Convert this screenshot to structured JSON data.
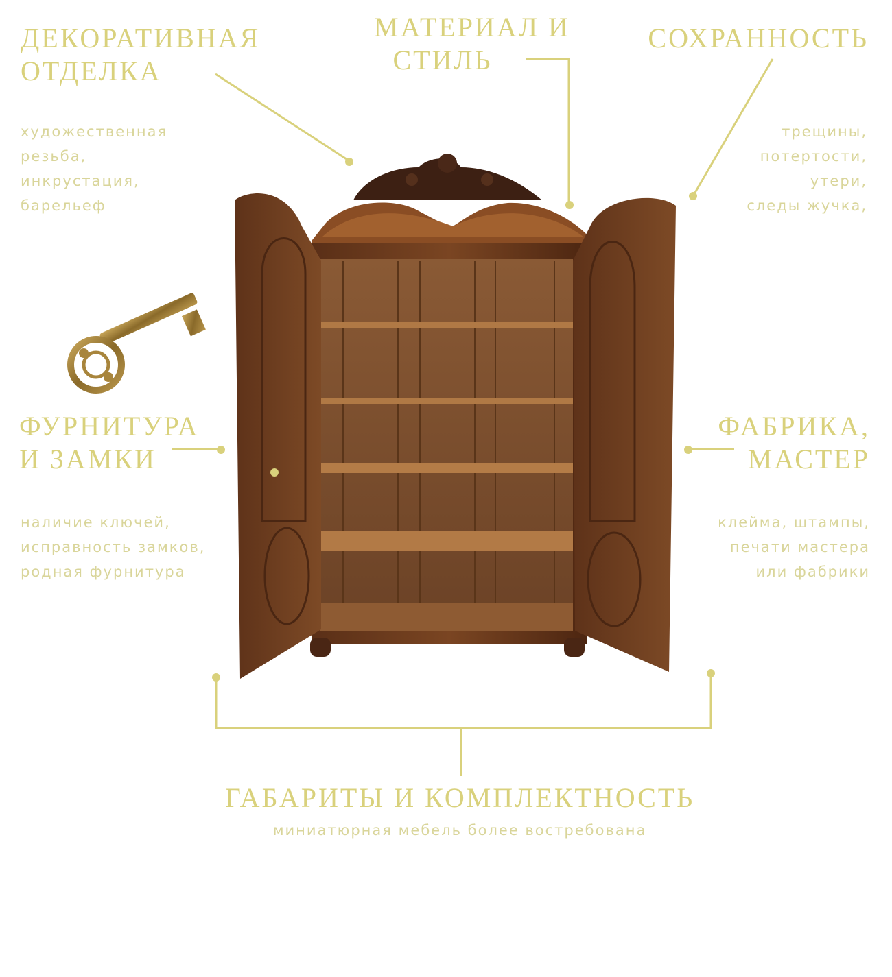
{
  "colors": {
    "accent": "#d9d17c",
    "text_light": "#d9d59a",
    "background": "#ffffff"
  },
  "labels": {
    "decor": {
      "title": [
        "ДЕКОРАТИВНАЯ",
        "ОТДЕЛКА"
      ],
      "desc": [
        "художественная",
        "резьба,",
        "инкрустация,",
        "барельеф"
      ]
    },
    "material": {
      "title": [
        "МАТЕРИАЛ И",
        "СТИЛЬ"
      ]
    },
    "condition": {
      "title": [
        "СОХРАННОСТЬ"
      ],
      "desc": [
        "трещины,",
        "потертости,",
        "утери,",
        "следы жучка,"
      ]
    },
    "hardware": {
      "title": [
        "ФУРНИТУРА",
        "И ЗАМКИ"
      ],
      "desc": [
        "наличие ключей,",
        "исправность замков,",
        "родная фурнитура"
      ]
    },
    "maker": {
      "title": [
        "ФАБРИКА,",
        "МАСТЕР"
      ],
      "desc": [
        "клейма, штампы,",
        "печати  мастера",
        "или фабрики"
      ]
    },
    "size": {
      "title": "ГАБАРИТЫ И КОМПЛЕКТНОСТЬ",
      "desc": "миниатюрная мебель более востребована"
    }
  },
  "images": {
    "cabinet": "antique-wardrobe-open",
    "key": "antique-brass-key"
  }
}
